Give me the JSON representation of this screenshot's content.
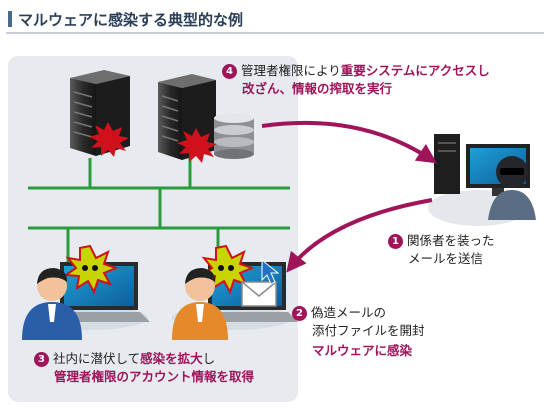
{
  "title": "マルウェアに感染する典型的な例",
  "step1": {
    "number": "1",
    "line1": "関係者を装った",
    "line2": "メールを送信"
  },
  "step2": {
    "number": "2",
    "line1": "偽造メールの",
    "line2": "添付ファイルを開封",
    "line3": "マルウェアに感染"
  },
  "step3": {
    "number": "3",
    "line1_pre": "社内に潜伏して",
    "line1_hl": "感染を拡大",
    "line1_post": "し",
    "line2": "管理者権限のアカウント情報を取得"
  },
  "step4": {
    "number": "4",
    "line1_pre": "管理者権限により",
    "line1_hl": "重要システムにアクセスし",
    "line2": "改ざん、情報の搾取を実行"
  },
  "colors": {
    "accent": "#a0145a",
    "network": "#2e9a3e",
    "panel": "#e7ebf0",
    "burst": "#d0101a",
    "title": "#2a3f58"
  }
}
